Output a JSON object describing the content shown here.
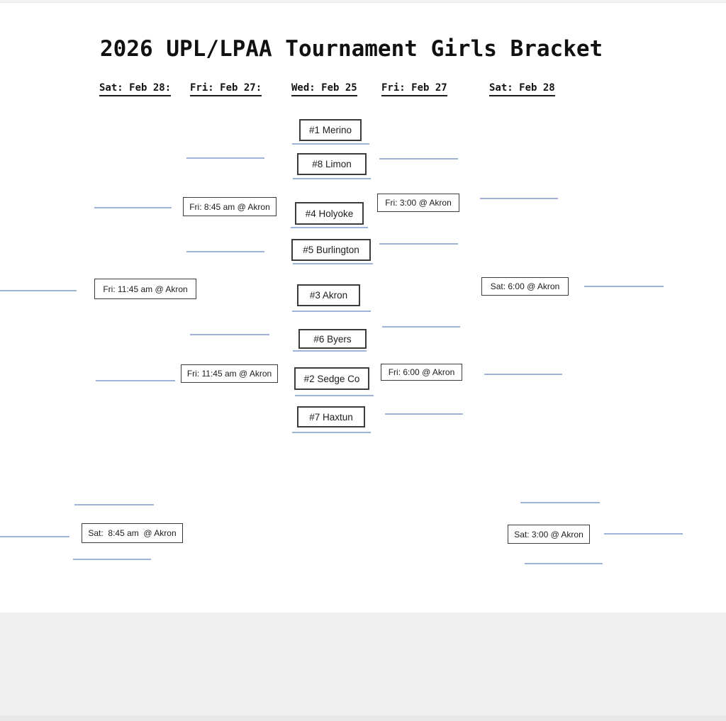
{
  "page": {
    "title": "2026 UPL/LPAA Tournament Girls Bracket"
  },
  "columns": [
    {
      "label": "Sat: Feb 28:"
    },
    {
      "label": "Fri: Feb 27:"
    },
    {
      "label": "Wed: Feb 25"
    },
    {
      "label": "Fri: Feb 27"
    },
    {
      "label": "Sat: Feb 28"
    }
  ],
  "teams": [
    {
      "seed": 1,
      "label": "#1 Merino"
    },
    {
      "seed": 8,
      "label": "#8 Limon"
    },
    {
      "seed": 4,
      "label": "#4 Holyoke"
    },
    {
      "seed": 5,
      "label": "#5 Burlington"
    },
    {
      "seed": 3,
      "label": "#3 Akron"
    },
    {
      "seed": 6,
      "label": "#6 Byers"
    },
    {
      "seed": 2,
      "label": "#2 Sedge Co"
    },
    {
      "seed": 7,
      "label": "#7 Haxtun"
    }
  ],
  "games": [
    {
      "id": "consolation-semi-1",
      "label": "Fri: 8:45 am @ Akron"
    },
    {
      "id": "consolation-final",
      "label": "Fri: 11:45 am @ Akron"
    },
    {
      "id": "consolation-semi-2",
      "label": "Fri: 11:45 am @ Akron"
    },
    {
      "id": "consolation-placement",
      "label": "Sat:  8:45 am  @ Akron"
    },
    {
      "id": "semifinal-1",
      "label": "Fri: 3:00 @ Akron"
    },
    {
      "id": "championship",
      "label": "Sat: 6:00 @ Akron"
    },
    {
      "id": "semifinal-2",
      "label": "Fri: 6:00 @ Akron"
    },
    {
      "id": "third-place",
      "label": "Sat: 3:00 @ Akron"
    }
  ],
  "colors": {
    "line_blue": "#9fb3d9",
    "box_border": "#3b3b3b",
    "footer_gray": "#efefef",
    "text": "#1c1c1c"
  }
}
